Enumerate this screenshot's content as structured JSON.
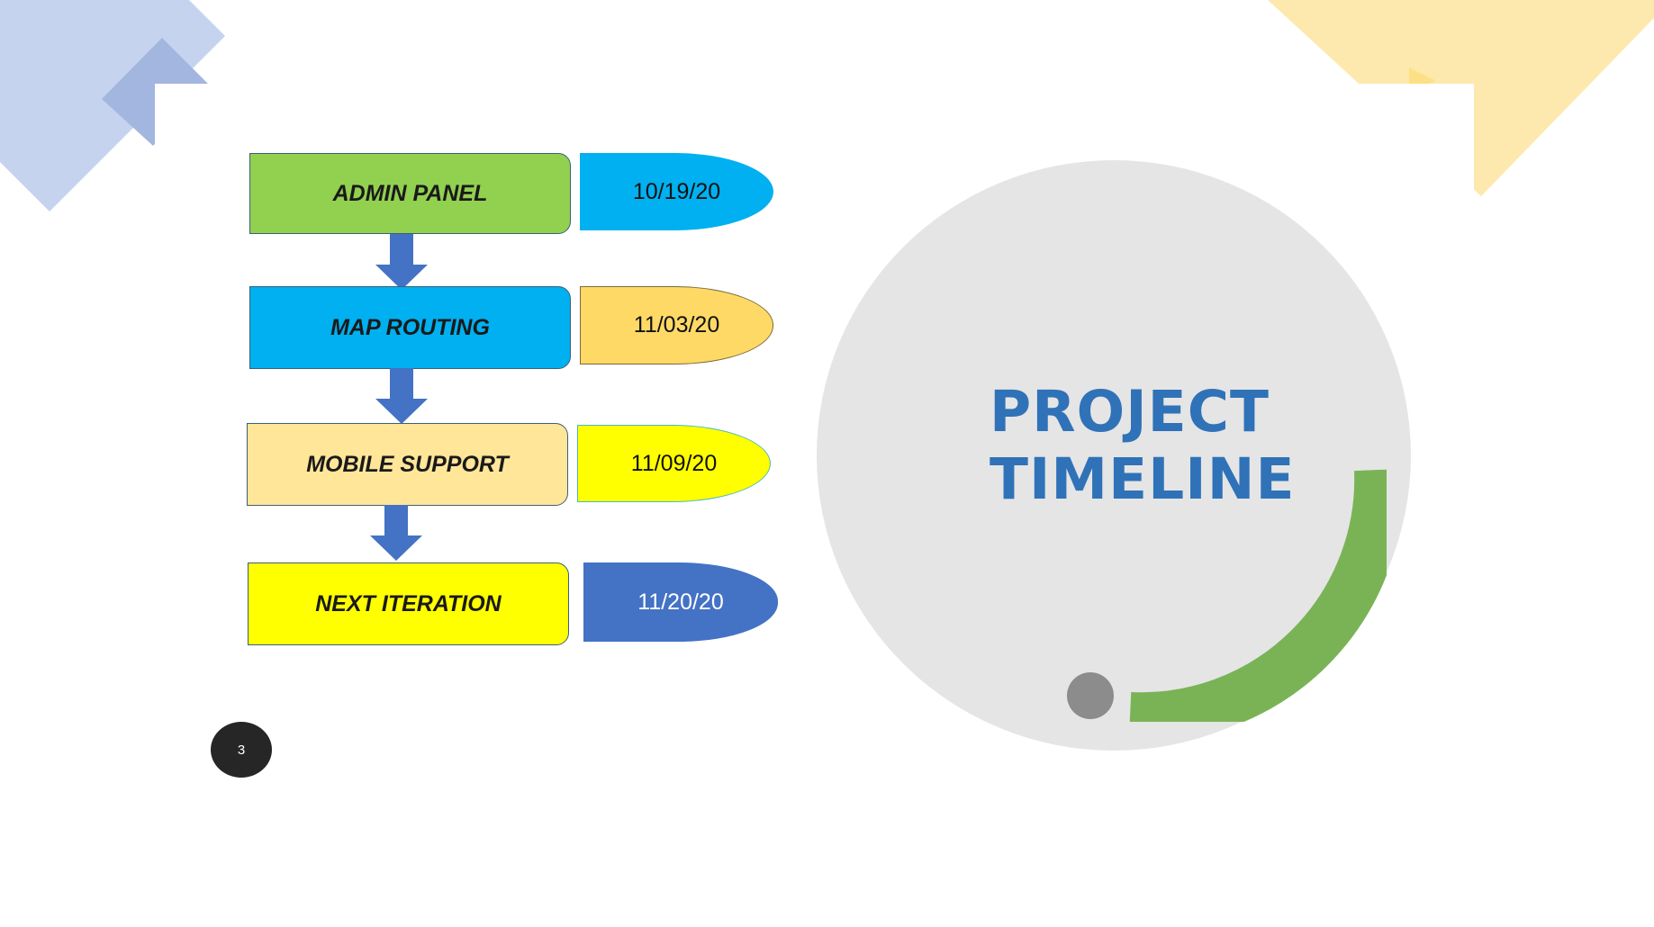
{
  "slide": {
    "title_line1": "PROJECT",
    "title_line2": "TIMELINE",
    "page_number": "3"
  },
  "timeline": [
    {
      "step": "ADMIN PANEL",
      "date": "10/19/20",
      "step_color": "#92d050",
      "date_color": "#00b0f0"
    },
    {
      "step": "MAP ROUTING",
      "date": "11/03/20",
      "step_color": "#00b0f0",
      "date_color": "#ffd966"
    },
    {
      "step": "MOBILE SUPPORT",
      "date": "11/09/20",
      "step_color": "#ffe699",
      "date_color": "#ffff00"
    },
    {
      "step": "NEXT ITERATION",
      "date": "11/20/20",
      "step_color": "#ffff00",
      "date_color": "#4472c4"
    }
  ],
  "colors": {
    "arrow": "#4472c4",
    "title": "#2f72b8",
    "circle": "#e5e5e5",
    "arc": "#7ab356",
    "deco_blue": "#a9bde3",
    "deco_yellow": "#fde9a9"
  }
}
